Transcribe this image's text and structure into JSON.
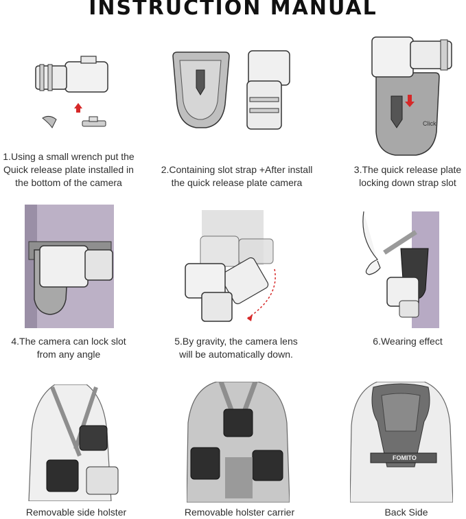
{
  "title": "INSTRUCTION MANUAL",
  "steps": [
    {
      "caption": "1.Using a small wrench put the\nQuick release plate installed in\nthe bottom of the camera"
    },
    {
      "caption": "2.Containing slot strap +After install\nthe quick release plate camera"
    },
    {
      "caption": "3.The quick release plate\nlocking down strap slot",
      "label": "Click"
    },
    {
      "caption": "4.The camera can lock slot\nfrom any angle"
    },
    {
      "caption": "5.By gravity, the camera lens\nwill be automatically down."
    },
    {
      "caption": "6.Wearing effect"
    },
    {
      "caption": "Removable side holster"
    },
    {
      "caption": "Removable holster carrier"
    },
    {
      "caption": "Back Side",
      "brand": "FOMITO"
    }
  ],
  "colors": {
    "arrow": "#d62828",
    "holster": "#a8a8a8",
    "shirt": "#b7aac4"
  }
}
